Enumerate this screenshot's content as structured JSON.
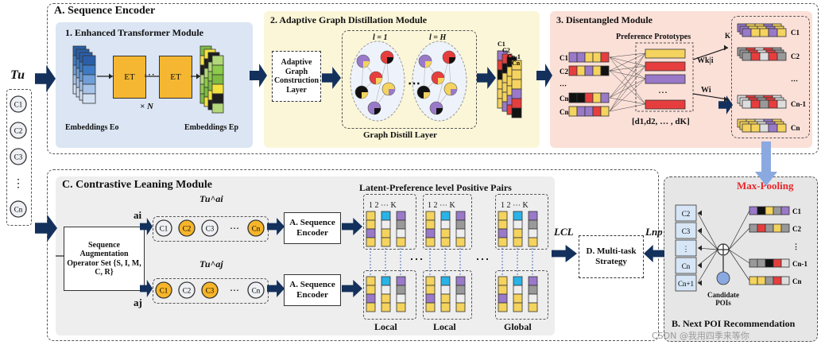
{
  "tu_symbol": "Tu",
  "sequence_items": [
    "C1",
    "C2",
    "C3",
    "⋮",
    "Cn"
  ],
  "section_a": {
    "title": "A. Sequence Encoder",
    "sub1": {
      "title": "1. Enhanced Transformer Module",
      "et_label": "ET",
      "ellipsis": "⋯",
      "repeat": "× N",
      "emb_in": "Embeddings Eo",
      "emb_out": "Embeddings Ep"
    },
    "sub2": {
      "title": "2. Adaptive Graph Distillation Module",
      "construction_box": "Adaptive Graph Construction Layer",
      "layer_1": "l = 1",
      "layer_h": "l = H",
      "distill_label": "Graph Distill Layer",
      "stack_labels": [
        "C1",
        "C2",
        "Cn-1",
        "Cn"
      ]
    },
    "sub3": {
      "title": "3. Disentangled Module",
      "prototypes_title": "Preference Prototypes",
      "rows": [
        "C1",
        "C2",
        "⋯",
        "Cn-1",
        "Cn"
      ],
      "dims": "[d1,d2, … , dK]",
      "w_kji": "Wk|i",
      "w_i": "Wi",
      "k_label": "K",
      "out_rows": [
        "C1",
        "C2",
        "⋯",
        "Cn-1",
        "Cn"
      ]
    }
  },
  "section_b": {
    "title": "B. Next POI Recommendation",
    "max_pooling": "Max-Pooling",
    "left_col": [
      "C2",
      "C3",
      "⋮",
      "Cn",
      "Cn+1"
    ],
    "right_rows": [
      "C1",
      "C2",
      "⋮",
      "Cn-1",
      "Cn"
    ],
    "candidate": "Candidate POIs"
  },
  "section_c": {
    "title": "C. Contrastive Leaning Module",
    "pairs_title": "Latent-Preference level Positive Pairs",
    "ai": "ai",
    "aj": "aj",
    "tu_ai": "Tu^ai",
    "tu_aj": "Tu^aj",
    "aug_box": "Sequence Augmentation Operator Set {S, I, M, C, R}",
    "encoder": "A. Sequence Encoder",
    "seq_i": [
      "C1",
      "C2",
      "C3",
      "⋯",
      "Cn"
    ],
    "seq_j": [
      "C1",
      "C2",
      "C3",
      "⋯",
      "Cn"
    ],
    "col_head": "1 2 ⋯ K",
    "local_1": "Local",
    "local_2": "Local",
    "global": "Global"
  },
  "section_d": {
    "box": "D. Multi-task Strategy",
    "l_cl": "LCL",
    "l_np": "Lnp"
  },
  "watermark": "CSDN @我用四季来等你"
}
